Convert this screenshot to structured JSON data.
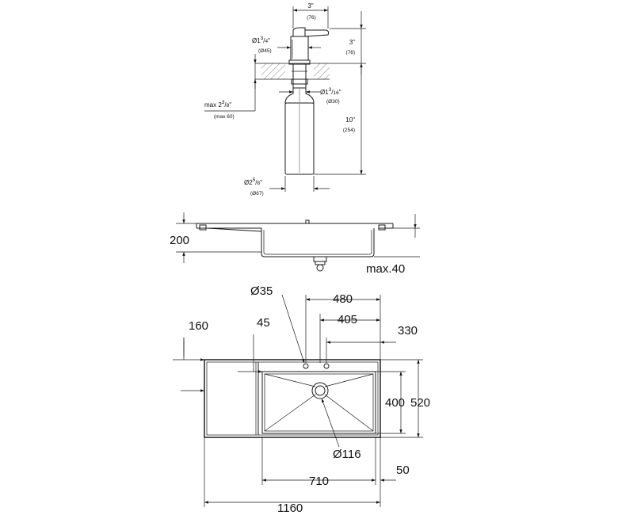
{
  "dispenser": {
    "width_top": {
      "in": "3\"",
      "mm": "(76)"
    },
    "height_top": {
      "in": "3\"",
      "mm": "(76)"
    },
    "dia_collar": {
      "prefix": "Ø1",
      "num": "3",
      "den": "4",
      "suffix": "\"",
      "mm": "(Ø45)"
    },
    "dia_shank": {
      "prefix": "Ø1",
      "num": "3",
      "den": "16",
      "suffix": "\"",
      "mm": "(Ø30)"
    },
    "max_thickness": {
      "prefix": "max 2",
      "num": "3",
      "den": "8",
      "suffix": "\"",
      "mm": "(max 60)"
    },
    "length_bottle": {
      "in": "10\"",
      "mm": "(254)"
    },
    "dia_bottle": {
      "prefix": "Ø2",
      "num": "5",
      "den": "8",
      "suffix": "\"",
      "mm": "(Ø67)"
    }
  },
  "side_view": {
    "height": "200",
    "max_depth": "max.40"
  },
  "top_view": {
    "hole_dia": "Ø35",
    "dim_480": "480",
    "dim_405": "405",
    "dim_330": "330",
    "dim_160": "160",
    "dim_45": "45",
    "dim_400": "400",
    "dim_520": "520",
    "drain_dia": "Ø116",
    "dim_710": "710",
    "dim_50": "50",
    "dim_1160": "1160"
  }
}
